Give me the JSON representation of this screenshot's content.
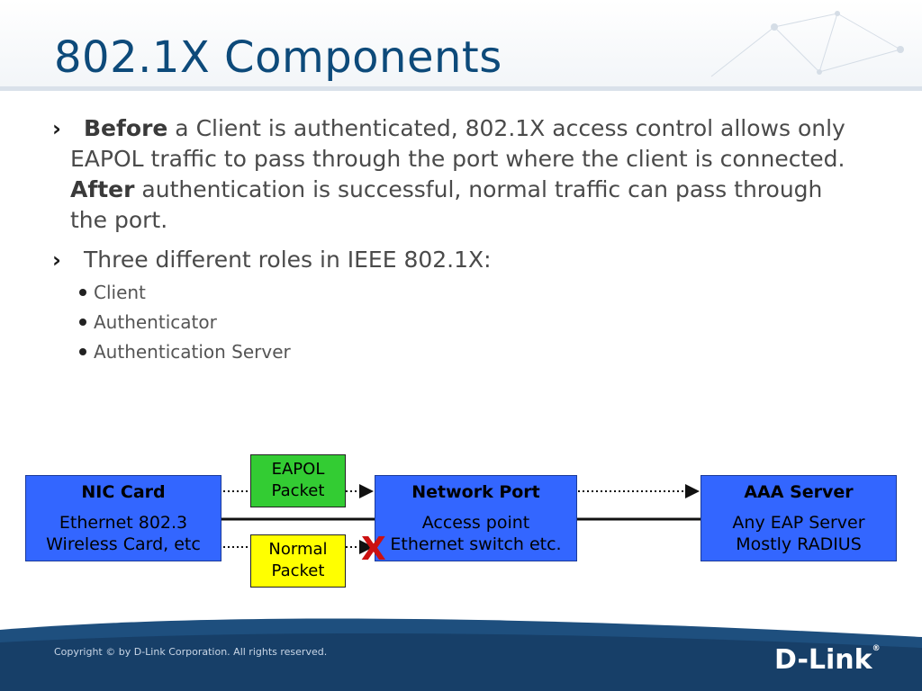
{
  "slide": {
    "title": "802.1X Components"
  },
  "bullets": [
    {
      "lead_bold": "Before",
      "text_1": " a Client is authenticated, 802.1X access control allows only EAPOL traffic to pass through the port where the client is connected. ",
      "mid_bold": "After",
      "text_2": " authentication is successful, normal traffic can pass through the port."
    },
    {
      "text": "Three different roles in IEEE 802.1X:"
    }
  ],
  "roles": [
    "Client",
    "Authenticator",
    "Authentication Server"
  ],
  "diagram": {
    "nic": {
      "title": "NIC Card",
      "line1": "Ethernet 802.3",
      "line2": "Wireless Card, etc"
    },
    "port": {
      "title": "Network Port",
      "line1": "Access point",
      "line2": "Ethernet switch etc."
    },
    "aaa": {
      "title": "AAA Server",
      "line1": "Any EAP Server",
      "line2": "Mostly RADIUS"
    },
    "eapol": {
      "line1": "EAPOL",
      "line2": "Packet"
    },
    "normal": {
      "line1": "Normal",
      "line2": "Packet"
    },
    "blocked_mark": "X"
  },
  "footer": {
    "copyright": "Copyright © by D-Link Corporation. All rights reserved.",
    "logo": "D-Link",
    "logo_mark": "®"
  },
  "colors": {
    "box_blue": "#3366ff",
    "eapol_green": "#33cc33",
    "normal_yellow": "#ffff00",
    "blocked_red": "#cc1111",
    "title_blue": "#0d4a7a"
  }
}
